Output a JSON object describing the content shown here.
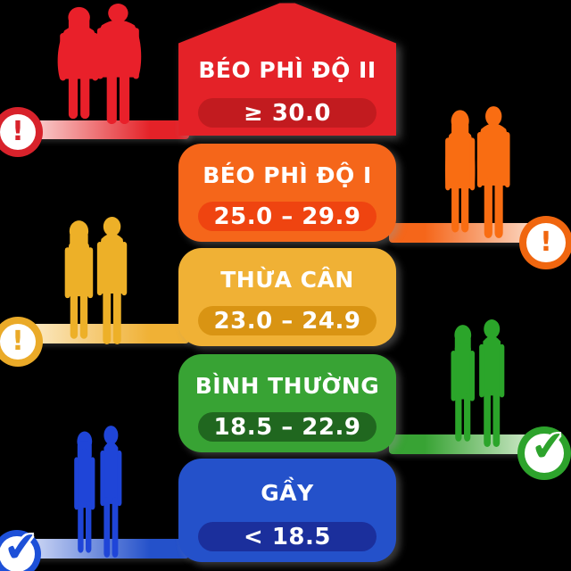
{
  "chart_data": {
    "type": "table",
    "title": "",
    "categories": [
      "BÉO PHÌ ĐỘ II",
      "BÉO PHÌ ĐỘ I",
      "THỪA CÂN",
      "BÌNH THƯỜNG",
      "GẦY"
    ],
    "values": [
      "≥ 30.0",
      "25.0 – 29.9",
      "23.0 – 24.9",
      "18.5 – 22.9",
      "< 18.5"
    ],
    "bmi_bounds": [
      {
        "label": "BÉO PHÌ ĐỘ II",
        "min": 30.0,
        "max": null
      },
      {
        "label": "BÉO PHÌ ĐỘ I",
        "min": 25.0,
        "max": 29.9
      },
      {
        "label": "THỪA CÂN",
        "min": 23.0,
        "max": 24.9
      },
      {
        "label": "BÌNH THƯỜNG",
        "min": 18.5,
        "max": 22.9
      },
      {
        "label": "GẦY",
        "min": null,
        "max": 18.5
      }
    ],
    "legend_position": "none",
    "grid": false
  },
  "glyphs": {
    "warning": "!",
    "check": "✔"
  },
  "rows": [
    {
      "id": "obese-2",
      "label": "BÉO PHÌ ĐỘ II",
      "range": "≥ 30.0",
      "side": "left",
      "status": "warning",
      "colors": {
        "block": "#e42228",
        "pill": "#c21b1f",
        "figure": "#e9202a",
        "badge": "#d8222b",
        "bar_pale": "#fdf0ee"
      }
    },
    {
      "id": "obese-1",
      "label": "BÉO PHÌ ĐỘ I",
      "range": "25.0 – 29.9",
      "side": "right",
      "status": "warning",
      "colors": {
        "block": "#f5661a",
        "pill": "#ef4410",
        "figure": "#f96d12",
        "badge": "#f0660f",
        "bar_pale": "#fcebe0"
      }
    },
    {
      "id": "overweight",
      "label": "THỪA CÂN",
      "range": "23.0 – 24.9",
      "side": "left",
      "status": "warning",
      "colors": {
        "block": "#f0b135",
        "pill": "#d99413",
        "figure": "#edb028",
        "badge": "#eaaa28",
        "bar_pale": "#fdf2da"
      }
    },
    {
      "id": "normal",
      "label": "BÌNH THƯỜNG",
      "range": "18.5 – 22.9",
      "side": "right",
      "status": "check",
      "colors": {
        "block": "#38a334",
        "pill": "#20671f",
        "figure": "#2ba52a",
        "badge": "#2da32c",
        "bar_pale": "#ecf6e6"
      }
    },
    {
      "id": "underweight",
      "label": "GẦY",
      "range": "< 18.5",
      "side": "left",
      "status": "check",
      "colors": {
        "block": "#2451ca",
        "pill": "#1b2f9c",
        "figure": "#1f45d8",
        "badge": "#1d50d8",
        "bar_pale": "#e9edfb"
      }
    }
  ]
}
